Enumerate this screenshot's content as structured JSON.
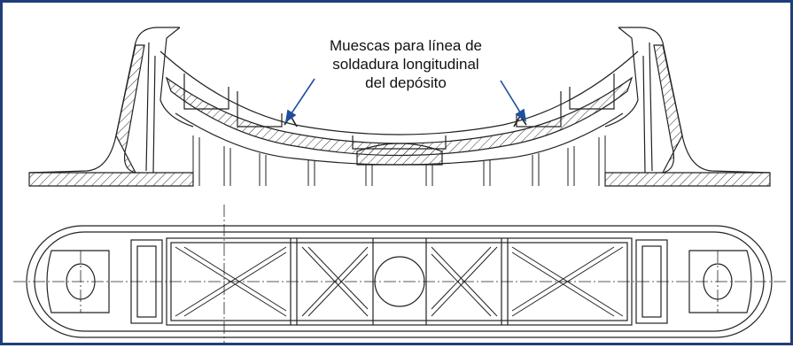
{
  "callout": {
    "line1": "Muescas para línea de",
    "line2": "soldadura longitudinal",
    "line3": "del depósito"
  },
  "colors": {
    "frame": "#1f3d7a",
    "arrow": "#1f4e9c",
    "line": "#222222"
  }
}
